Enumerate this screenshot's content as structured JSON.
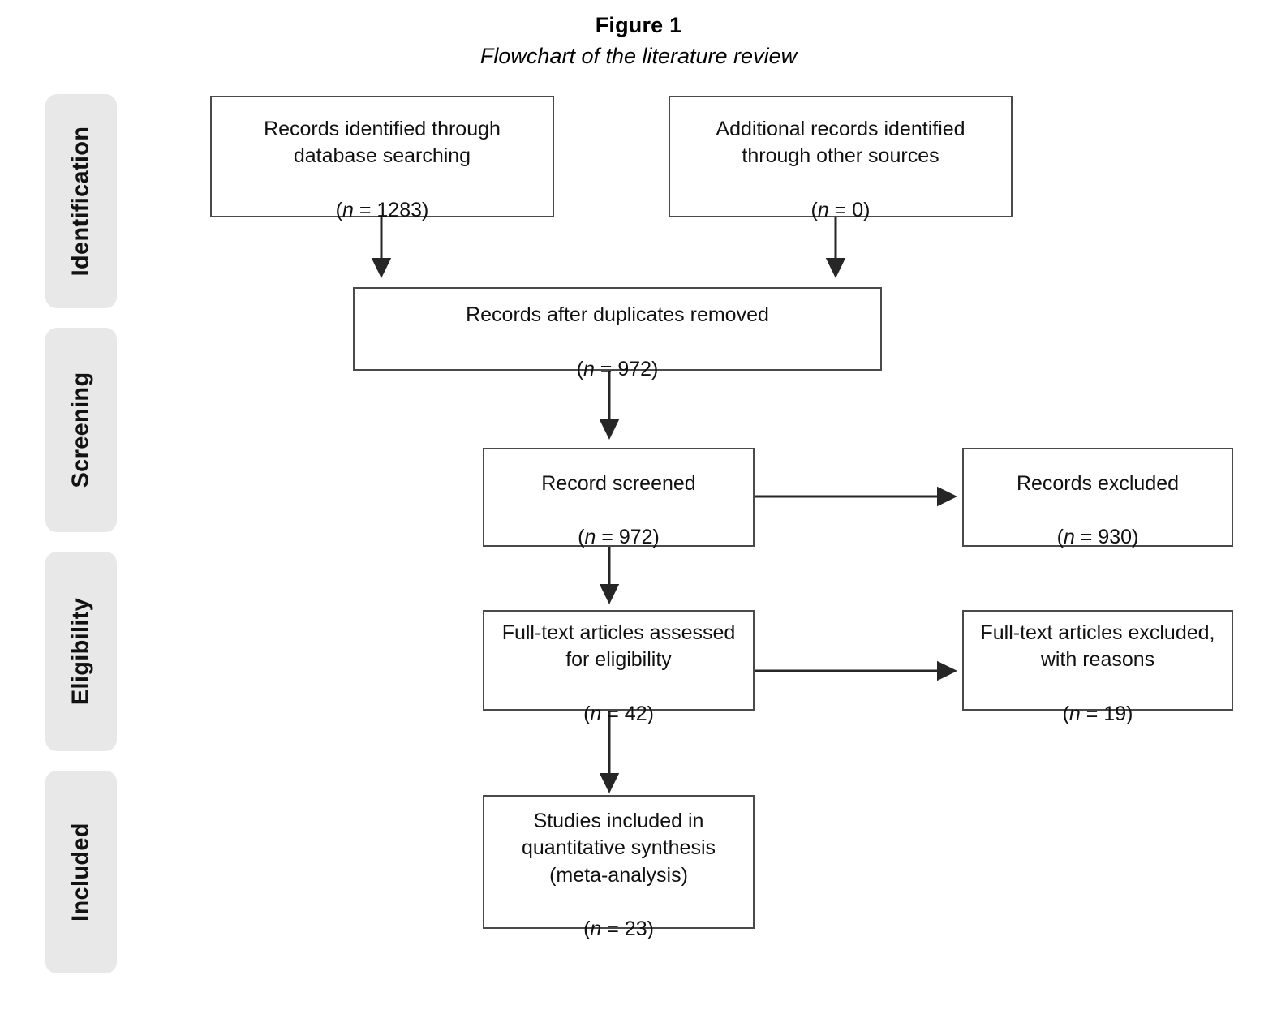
{
  "figure": {
    "title": "Figure 1",
    "subtitle": "Flowchart of the literature review"
  },
  "stages": [
    {
      "name": "identification",
      "label": "Identification"
    },
    {
      "name": "screening",
      "label": "Screening"
    },
    {
      "name": "eligibility",
      "label": "Eligibility"
    },
    {
      "name": "included",
      "label": "Included"
    }
  ],
  "boxes": {
    "records_identified": {
      "lines": "Records identified through\ndatabase searching",
      "count_prefix": "(",
      "count_symbol": "n",
      "count_value": " = 1283)",
      "n": 1283
    },
    "additional_records": {
      "lines": "Additional records identified\nthrough other sources",
      "count_prefix": "(",
      "count_symbol": "n",
      "count_value": " = 0)",
      "n": 0
    },
    "after_duplicates": {
      "lines": "Records after duplicates removed",
      "count_prefix": "(",
      "count_symbol": "n",
      "count_value": " = 972)",
      "n": 972
    },
    "record_screened": {
      "lines": "Record screened",
      "count_prefix": "(",
      "count_symbol": "n",
      "count_value": " = 972)",
      "n": 972
    },
    "records_excluded": {
      "lines": "Records excluded",
      "count_prefix": "(",
      "count_symbol": "n",
      "count_value": " = 930)",
      "n": 930
    },
    "fulltext_assessed": {
      "lines": "Full-text articles assessed\nfor eligibility",
      "count_prefix": "(",
      "count_symbol": "n",
      "count_value": " = 42)",
      "n": 42
    },
    "fulltext_excluded": {
      "lines": "Full-text articles excluded,\nwith reasons",
      "count_prefix": "(",
      "count_symbol": "n",
      "count_value": " = 19)",
      "n": 19
    },
    "studies_included": {
      "lines": "Studies included in\nquantitative synthesis\n(meta-analysis)",
      "count_prefix": "(",
      "count_symbol": "n",
      "count_value": " = 23)",
      "n": 23
    }
  },
  "chart_data": {
    "type": "diagram",
    "title": "Figure 1",
    "subtitle": "Flowchart of the literature review",
    "diagram_kind": "PRISMA flow diagram",
    "stage_labels": [
      "Identification",
      "Screening",
      "Eligibility",
      "Included"
    ],
    "nodes": [
      {
        "id": "records_identified",
        "stage": "Identification",
        "label": "Records identified through database searching",
        "n": 1283
      },
      {
        "id": "additional_records",
        "stage": "Identification",
        "label": "Additional records identified through other sources",
        "n": 0
      },
      {
        "id": "after_duplicates",
        "stage": "Screening",
        "label": "Records after duplicates removed",
        "n": 972
      },
      {
        "id": "record_screened",
        "stage": "Screening",
        "label": "Record screened",
        "n": 972
      },
      {
        "id": "records_excluded",
        "stage": "Screening",
        "label": "Records excluded",
        "n": 930
      },
      {
        "id": "fulltext_assessed",
        "stage": "Eligibility",
        "label": "Full-text articles assessed for eligibility",
        "n": 42
      },
      {
        "id": "fulltext_excluded",
        "stage": "Eligibility",
        "label": "Full-text articles excluded, with reasons",
        "n": 19
      },
      {
        "id": "studies_included",
        "stage": "Included",
        "label": "Studies included in quantitative synthesis (meta-analysis)",
        "n": 23
      }
    ],
    "edges": [
      {
        "from": "records_identified",
        "to": "after_duplicates",
        "direction": "down"
      },
      {
        "from": "additional_records",
        "to": "after_duplicates",
        "direction": "down"
      },
      {
        "from": "after_duplicates",
        "to": "record_screened",
        "direction": "down"
      },
      {
        "from": "record_screened",
        "to": "records_excluded",
        "direction": "right"
      },
      {
        "from": "record_screened",
        "to": "fulltext_assessed",
        "direction": "down"
      },
      {
        "from": "fulltext_assessed",
        "to": "fulltext_excluded",
        "direction": "right"
      },
      {
        "from": "fulltext_assessed",
        "to": "studies_included",
        "direction": "down"
      }
    ],
    "colors": {
      "box_border": "#4a4a4a",
      "box_fill": "#ffffff",
      "stage_band_fill": "#e8e8e8",
      "text": "#111111",
      "connector": "#262626"
    }
  }
}
